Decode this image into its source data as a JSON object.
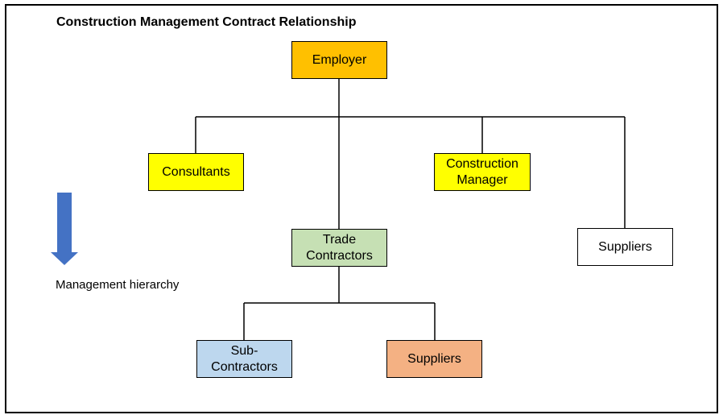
{
  "title": "Construction Management Contract Relationship",
  "nodes": {
    "employer": {
      "label": "Employer",
      "color": "#FFC000"
    },
    "consultants": {
      "label": "Consultants",
      "color": "#FFFF00"
    },
    "construction_manager": {
      "label": "Construction\nManager",
      "color": "#FFFF00"
    },
    "trade_contractors": {
      "label": "Trade\nContractors",
      "color": "#C6E0B4"
    },
    "suppliers_right": {
      "label": "Suppliers",
      "color": "#FFFFFF"
    },
    "sub_contractors": {
      "label": "Sub-\nContractors",
      "color": "#BDD7EE"
    },
    "suppliers_bottom": {
      "label": "Suppliers",
      "color": "#F4B183"
    }
  },
  "legend": {
    "label": "Management hierarchy",
    "arrow_color": "#4472C4"
  }
}
